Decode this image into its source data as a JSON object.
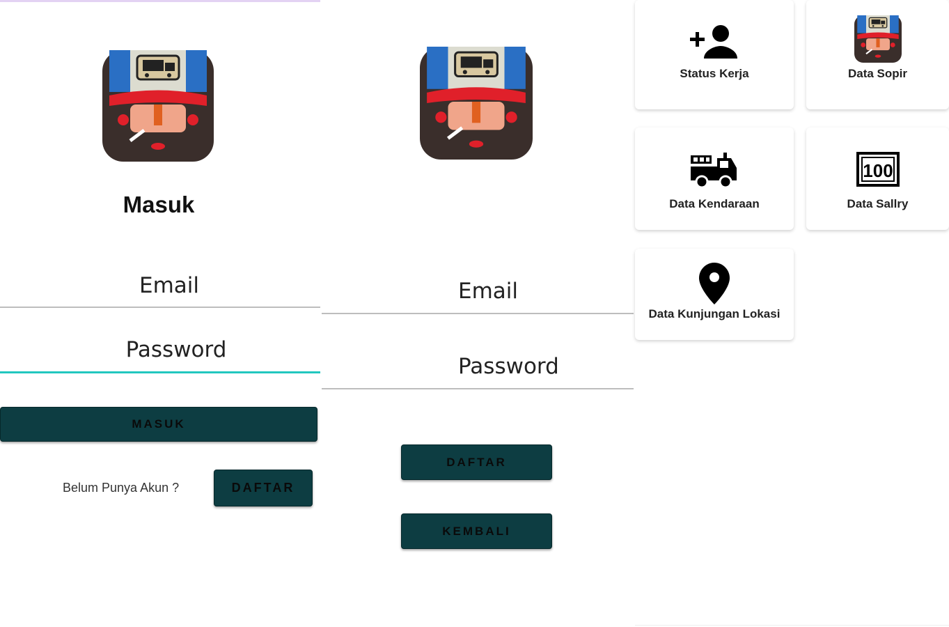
{
  "login": {
    "title": "Masuk",
    "email_placeholder": "Email",
    "password_placeholder": "Password",
    "login_button": "MASUK",
    "register_hint": "Belum Punya Akun ?",
    "register_button": "DAFTAR"
  },
  "register": {
    "email_placeholder": "Email",
    "password_placeholder": "Password",
    "register_button": "DAFTAR",
    "back_button": "KEMBALI"
  },
  "menu": {
    "items": [
      {
        "label": "Status Kerja",
        "icon": "add-person-icon"
      },
      {
        "label": "Data Sopir",
        "icon": "driver-logo-icon"
      },
      {
        "label": "Data Kendaraan",
        "icon": "truck-icon"
      },
      {
        "label": "Data Sallry",
        "icon": "hundred-icon"
      },
      {
        "label": "Data Kunjungan Lokasi",
        "icon": "location-pin-icon"
      }
    ]
  },
  "colors": {
    "button": "#0d3d42",
    "focus_line": "#22c7bf"
  }
}
